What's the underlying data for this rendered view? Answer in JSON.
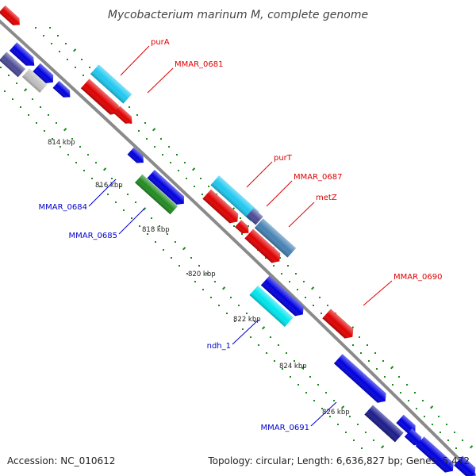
{
  "title": "Mycobacterium marinum M, complete genome",
  "footer": {
    "accession": "Accession: NC_010612",
    "summary": "Topology: circular; Length: 6,636,827 bp; Genes: 5,472"
  },
  "ticks": [
    "814 kbp",
    "816 kbp",
    "818 kbp",
    "820 kbp",
    "822 kbp",
    "824 kbp",
    "826 kbp"
  ],
  "gene_labels": [
    {
      "text": "purA",
      "color": "#e00000"
    },
    {
      "text": "MMAR_0681",
      "color": "#e00000"
    },
    {
      "text": "purT",
      "color": "#e00000"
    },
    {
      "text": "MMAR_0687",
      "color": "#e00000"
    },
    {
      "text": "metZ",
      "color": "#e00000"
    },
    {
      "text": "MMAR_0690",
      "color": "#e00000"
    },
    {
      "text": "MMAR_0684",
      "color": "#0000cc"
    },
    {
      "text": "MMAR_0685",
      "color": "#0000cc"
    },
    {
      "text": "ndh_1",
      "color": "#0000cc"
    },
    {
      "text": "MMAR_0691",
      "color": "#0000cc"
    }
  ],
  "colors": {
    "backbone": "#8a8a8a",
    "gc_dots": "#1a8a1a",
    "forward_gene": "#e00000",
    "reverse_gene": "#0000e0",
    "light_blue": "#1ec8f0",
    "steel_blue": "#4682b4",
    "dark_navy": "#1c1c8c",
    "slate": "#4b4b96",
    "gray_gene": "#c0c0c0",
    "green_gene": "#228b22",
    "cyan_gene": "#00e5ee"
  }
}
